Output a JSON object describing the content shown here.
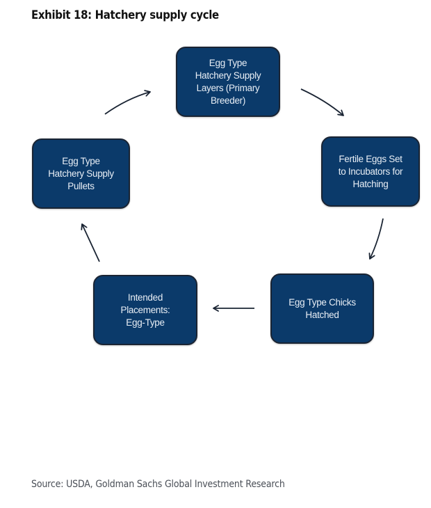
{
  "title": "Exhibit 18: Hatchery supply cycle",
  "colors": {
    "node_fill": "#0b3a6a",
    "node_border": "#1a2433",
    "node_text": "#e8eef5",
    "arrow": "#1a2433"
  },
  "nodes": [
    {
      "id": "n1",
      "label": "Egg Type\nHatchery Supply\nLayers (Primary\nBreeder)"
    },
    {
      "id": "n2",
      "label": "Fertile Eggs Set\nto Incubators for\nHatching"
    },
    {
      "id": "n3",
      "label": "Egg Type Chicks\nHatched"
    },
    {
      "id": "n4",
      "label": "Intended\nPlacements:\nEgg-Type"
    },
    {
      "id": "n5",
      "label": "Egg Type\nHatchery Supply\nPullets"
    }
  ],
  "edges": [
    {
      "from": "n1",
      "to": "n2"
    },
    {
      "from": "n2",
      "to": "n3"
    },
    {
      "from": "n3",
      "to": "n4"
    },
    {
      "from": "n4",
      "to": "n5"
    },
    {
      "from": "n5",
      "to": "n1"
    }
  ],
  "source": "Source: USDA, Goldman Sachs Global Investment Research"
}
